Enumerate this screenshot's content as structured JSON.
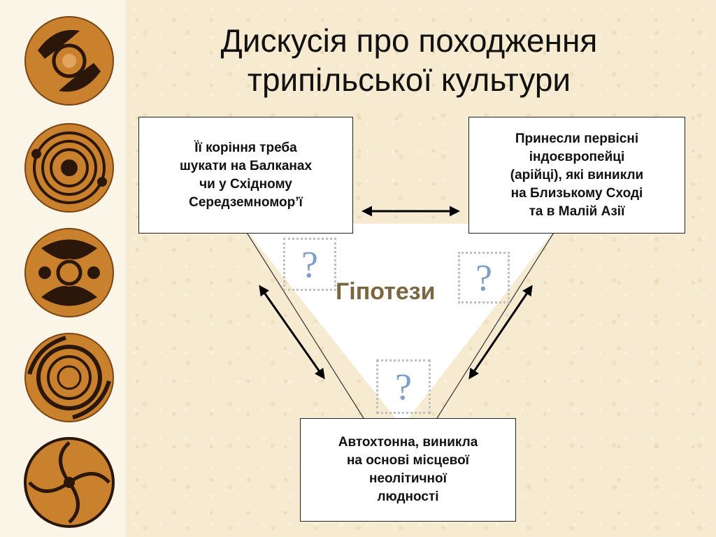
{
  "title": "Дискусія про походження трипільської культури",
  "center_label": "Гіпотези",
  "hypotheses": {
    "balkans": "Її коріння треба\nшукати на Балканах\nчи у Східному\nСередземномор’ї",
    "indoeuropeans": "Принесли первісні\nіндоєвропейці\n(арійці), які виникли\nна Близькому Сході\nта в Малій Азії",
    "autochthonous": "Автохтонна, виникла\nна основі місцевої\nнеолітичної\nлюдності"
  },
  "question_mark": "?",
  "colors": {
    "background": "#f6ead0",
    "center_label": "#7b6640",
    "question_mark": "#7f9ec9",
    "ornament": "#c9812e"
  }
}
